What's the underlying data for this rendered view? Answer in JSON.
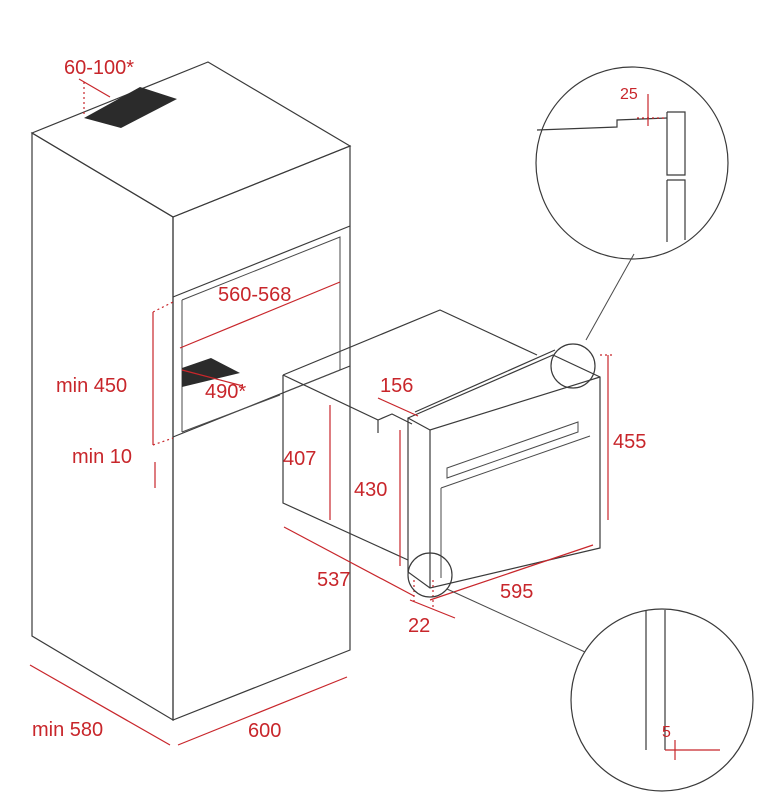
{
  "labels": {
    "top_vent": "60-100*",
    "niche_width": "560-568",
    "min_height": "min 450",
    "min_gap": "min 10",
    "vent_depth": "490*",
    "oven_body_height": "407",
    "oven_front_offset": "156",
    "oven_front_height": "430",
    "oven_total_height": "455",
    "oven_depth": "537",
    "oven_front_depth": "22",
    "oven_width": "595",
    "cabinet_depth": "min 580",
    "cabinet_width": "600",
    "detail_top": "25",
    "detail_bottom": "5"
  },
  "colors": {
    "dimension": "#c8262b",
    "outline": "#3a3a3a",
    "vent_fill": "#2b2b2b"
  }
}
